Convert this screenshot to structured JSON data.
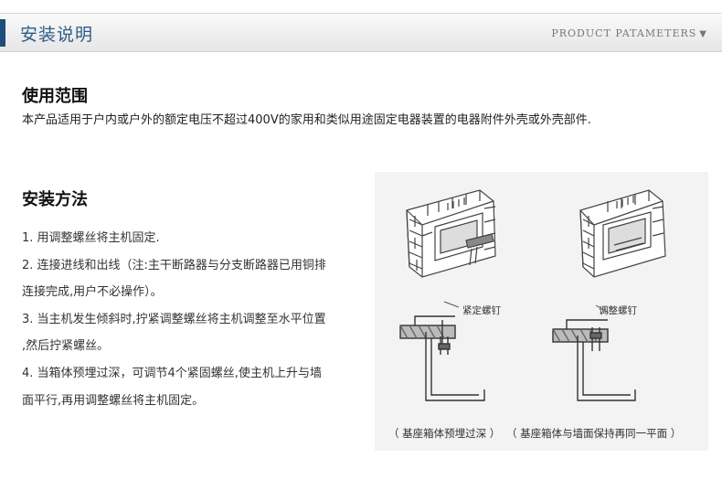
{
  "header": {
    "title": "安装说明",
    "right_label": "PRODUCT PATAMETERS",
    "arrow": "▼"
  },
  "scope": {
    "title": "使用范围",
    "text": "本产品适用于户内或户外的额定电压不超过400V的家用和类似用途固定电器装置的电器附件外壳或外壳部件."
  },
  "method": {
    "title": "安装方法",
    "lines": [
      "1. 用调整螺丝将主机固定.",
      "2. 连接进线和出线（注:主干断路器与分支断路器已用铜排",
      "连接完成,用户不必操作）。",
      "3. 当主机发生倾斜时,拧紧调整螺丝将主机调整至水平位置",
      ",然后拧紧螺丝。",
      "4. 当箱体预埋过深，可调节4个紧固螺丝,使主机上升与墙",
      "面平行,再用调整螺丝将主机固定。"
    ]
  },
  "figure": {
    "label_left": "紧定螺钉",
    "label_right": "调整螺钉",
    "caption_left": "（ 基座箱体预埋过深 ）",
    "caption_right": "（ 基座箱体与墙面保持再同一平面 ）"
  }
}
